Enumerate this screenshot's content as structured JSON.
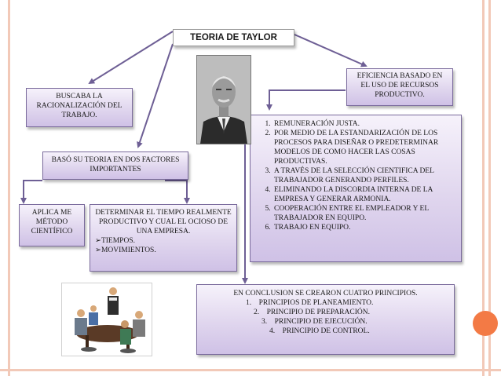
{
  "title": "TEORIA DE TAYLOR",
  "left_top": {
    "text": "BUSCABA LA RACIONALIZACIÓN DEL TRABAJO."
  },
  "two_factors": {
    "text": "BASÓ SU TEORIA EN DOS FACTORES IMPORTANTES"
  },
  "method": {
    "text": "APLICA ME MÉTODO CIENTÍFICO"
  },
  "time": {
    "text": "DETERMINAR EL TIEMPO REALMENTE PRODUCTIVO Y CUAL EL OCIOSO DE UNA EMPRESA.",
    "bullets": [
      "➢TIEMPOS.",
      "➢MOVIMIENTOS."
    ]
  },
  "efficiency": {
    "text": "EFICIENCIA BASADO EN EL USO DE RECURSOS PRODUCTIVO."
  },
  "list": {
    "items": [
      "REMUNERACIÓN JUSTA.",
      "POR MEDIO DE LA ESTANDARIZACIÓN DE LOS PROCESOS PARA DISEÑAR O PREDETERMINAR MODELOS DE COMO HACER LAS COSAS PRODUCTIVAS.",
      "A TRAVÉS DE LA SELECCIÓN CIENTIFICA DEL TRABAJADOR GENERANDO PERFILES.",
      "ELIMINANDO LA DISCORDIA INTERNA DE LA EMPRESA Y GENERAR ARMONIA.",
      "COOPERACIÓN ENTRE EL EMPLEADOR Y EL TRABAJADOR EN EQUIPO.",
      "TRABAJO EN EQUIPO."
    ]
  },
  "conclusion": {
    "text": "EN CONCLUSION SE CREARON CUATRO PRINCIPIOS.",
    "items": [
      "PRINCIPIOS DE PLANEAMIENTO.",
      "PRINCIPIO DE PREPARACIÓN.",
      "PRINCIPIO DE EJECUCIÓN.",
      "PRINCIPIO DE CONTROL."
    ]
  },
  "colors": {
    "box_border": "#7a6a9c",
    "arrow": "#6e5f95",
    "accent_dot": "#f37a45",
    "stripe": "#f2c9b8"
  },
  "icons": {
    "portrait": "portrait-photo-icon",
    "meeting": "meeting-clipart-icon"
  }
}
